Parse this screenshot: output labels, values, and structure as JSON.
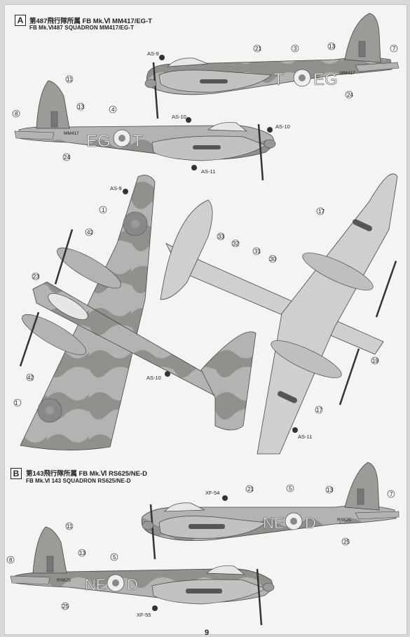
{
  "sections": {
    "a": {
      "letter": "A",
      "title_jp": "第487飛行隊所属 FB Mk.Ⅵ MM417/EG-T",
      "title_en": "FB Mk.Ⅵ487 SQUADRON MM417/EG-T",
      "code_right": "T◯EG",
      "code_right_left": "T",
      "code_right_right": "EG",
      "code_left_left": "EG",
      "code_left_right": "T",
      "serial": "MM417",
      "parts": {
        "as9": "AS-9",
        "as10": "AS-10",
        "as11": "AS-11",
        "c1": "1",
        "c3": "3",
        "c4": "4",
        "c7": "7",
        "c8": "8",
        "c11": "11",
        "c13": "13",
        "c17": "17",
        "c19": "19",
        "c21": "21",
        "c23": "23",
        "c24": "24",
        "c30": "30",
        "c31": "31",
        "c32": "32",
        "c33": "33",
        "c42": "42"
      }
    },
    "b": {
      "letter": "B",
      "title_jp": "第143飛行隊所属 FB Mk.Ⅵ RS625/NE-D",
      "title_en": "FB Mk.Ⅵ 143 SQUADRON RS625/NE-D",
      "code_left": "NE",
      "code_right": "D",
      "serial": "RS625",
      "parts": {
        "xf54": "XF-54",
        "xf55": "XF-55",
        "c5": "5",
        "c7": "7",
        "c8": "8",
        "c11": "11",
        "c13": "13",
        "c21": "21",
        "c25": "25"
      }
    }
  },
  "page_number": "9",
  "colors": {
    "ocean_grey": "#a9aaa7",
    "dark_green": "#8b8d89",
    "medium_sea_grey": "#c9cac7",
    "roundel_blue": "#6e6f6d",
    "paper": "#f4f4f2"
  }
}
